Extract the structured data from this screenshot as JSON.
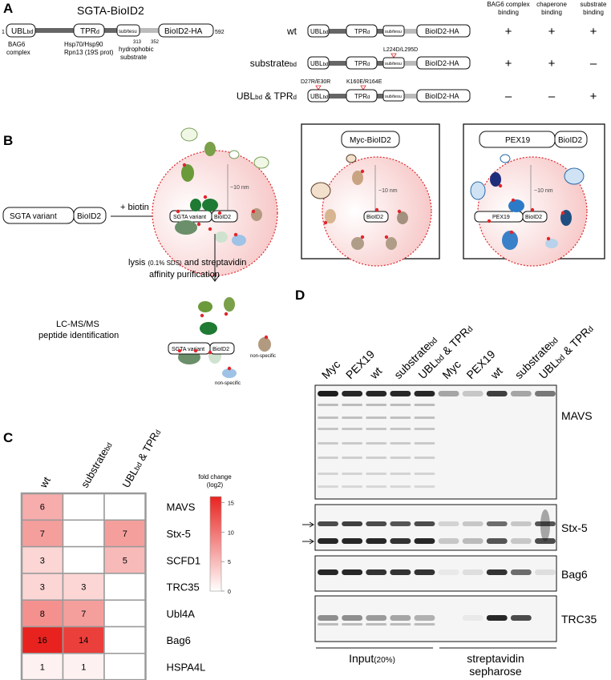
{
  "panelA": {
    "letter": "A",
    "title": "SGTA-BioID2",
    "start": "1",
    "end": "592",
    "domains": {
      "ubl": "UBL",
      "ubl_sub": "bd",
      "tpr": "TPR",
      "tpr_sub": "d",
      "subtesu": "sub/tesu",
      "bioid": "BioID2-HA"
    },
    "pos313": "313",
    "pos352": "352",
    "notes": {
      "bag6": "BAG6",
      "complex": "complex",
      "hsp": "Hsp70/Hsp90",
      "rpn": "Rpn13 (19S prot)",
      "hydro": "hydrophobic",
      "substrate": "substrate"
    },
    "col_headers": [
      [
        "BAG6 complex",
        "binding"
      ],
      [
        "chaperone",
        "binding"
      ],
      [
        "substrate",
        "binding"
      ]
    ],
    "rows": [
      {
        "label": "wt",
        "label_sub": "",
        "label2": "",
        "label2_sub": "",
        "mutation": "",
        "mutation2": "",
        "signs": [
          "+",
          "+",
          "+"
        ]
      },
      {
        "label": "substrate",
        "label_sub": "bd",
        "label2": "",
        "label2_sub": "",
        "mutation": "L224D/L295D",
        "mutation2": "",
        "signs": [
          "+",
          "+",
          "–"
        ]
      },
      {
        "label": "UBL",
        "label_sub": "bd",
        "label2": " & TPR",
        "label2_sub": "d",
        "mutation": "D27R/E30R",
        "mutation2": "K160E/R164E",
        "signs": [
          "–",
          "–",
          "+"
        ]
      }
    ]
  },
  "panelB": {
    "letter": "B",
    "sgta_variant": "SGTA variant",
    "bioid2": "BioID2",
    "biotin": "+ biotin",
    "nm": "~10 nm",
    "lysis1": "lysis",
    "lysis_small": "(0.1% SDS)",
    "lysis2": "and streptavidin",
    "lysis3": "affinity purification",
    "lcms1": "LC-MS/MS",
    "lcms2": "peptide identification",
    "nonspecific": "non-specific",
    "myc_box": "Myc-BioID2",
    "pex19": "PEX19",
    "colors": {
      "dashed": "#e0262b",
      "dot": "#e0262b"
    }
  },
  "panelC": {
    "letter": "C",
    "col_labels": [
      {
        "main": "wt",
        "sub": "",
        "main2": "",
        "sub2": ""
      },
      {
        "main": "substrate",
        "sub": "bd",
        "main2": "",
        "sub2": ""
      },
      {
        "main": "UBL",
        "sub": "bd",
        "main2": " & TPR",
        "sub2": "d"
      }
    ],
    "row_labels": [
      "MAVS",
      "Stx-5",
      "SCFD1",
      "TRC35",
      "Ubl4A",
      "Bag6",
      "HSPA4L"
    ],
    "values": [
      [
        "6",
        "",
        ""
      ],
      [
        "7",
        "",
        "7"
      ],
      [
        "3",
        "",
        "5"
      ],
      [
        "3",
        "3",
        ""
      ],
      [
        "8",
        "7",
        ""
      ],
      [
        "16",
        "14",
        ""
      ],
      [
        "1",
        "1",
        ""
      ]
    ],
    "legend_title1": "fold change",
    "legend_title2": "(log2)",
    "legend_ticks": [
      "15",
      "10",
      "5",
      "0"
    ],
    "colors": {
      "low": "#ffffff",
      "high": "#e8231f",
      "grid": "#9a9a9a"
    }
  },
  "panelD": {
    "letter": "D",
    "lanes": [
      {
        "main": "Myc",
        "sub": "",
        "main2": "",
        "sub2": ""
      },
      {
        "main": "PEX19",
        "sub": "",
        "main2": "",
        "sub2": ""
      },
      {
        "main": "wt",
        "sub": "",
        "main2": "",
        "sub2": ""
      },
      {
        "main": "substrate",
        "sub": "bd",
        "main2": "",
        "sub2": ""
      },
      {
        "main": "UBL",
        "sub": "bd",
        "main2": " & TPR",
        "sub2": "d"
      },
      {
        "main": "Myc",
        "sub": "",
        "main2": "",
        "sub2": ""
      },
      {
        "main": "PEX19",
        "sub": "",
        "main2": "",
        "sub2": ""
      },
      {
        "main": "wt",
        "sub": "",
        "main2": "",
        "sub2": ""
      },
      {
        "main": "substrate",
        "sub": "bd",
        "main2": "",
        "sub2": ""
      },
      {
        "main": "UBL",
        "sub": "bd",
        "main2": " & TPR",
        "sub2": "d"
      }
    ],
    "blots": [
      "MAVS",
      "Stx-5",
      "Bag6",
      "TRC35"
    ],
    "input_label": "Input",
    "input_small": "(20%)",
    "strep1": "streptavidin",
    "strep2": "sepharose"
  }
}
